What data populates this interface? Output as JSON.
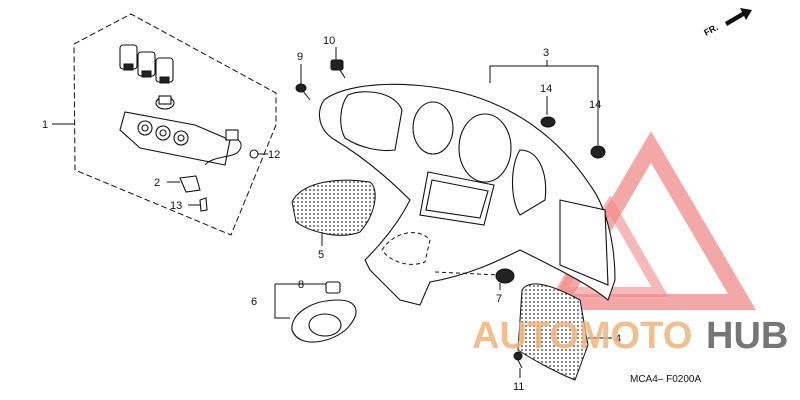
{
  "diagram": {
    "direction_label": "FR.",
    "code": "MCA4– F0200A",
    "watermark": {
      "part1": "AUTOMOTO",
      "part2": "HUB"
    },
    "callouts": [
      "1",
      "2",
      "3",
      "4",
      "5",
      "6",
      "7",
      "8",
      "9",
      "10",
      "11",
      "12",
      "13",
      "14"
    ],
    "colors": {
      "line": "#111111",
      "watermark_triangle": "#f08a8a",
      "watermark_text": "#f0b37a",
      "watermark_hub": "#555555"
    }
  }
}
